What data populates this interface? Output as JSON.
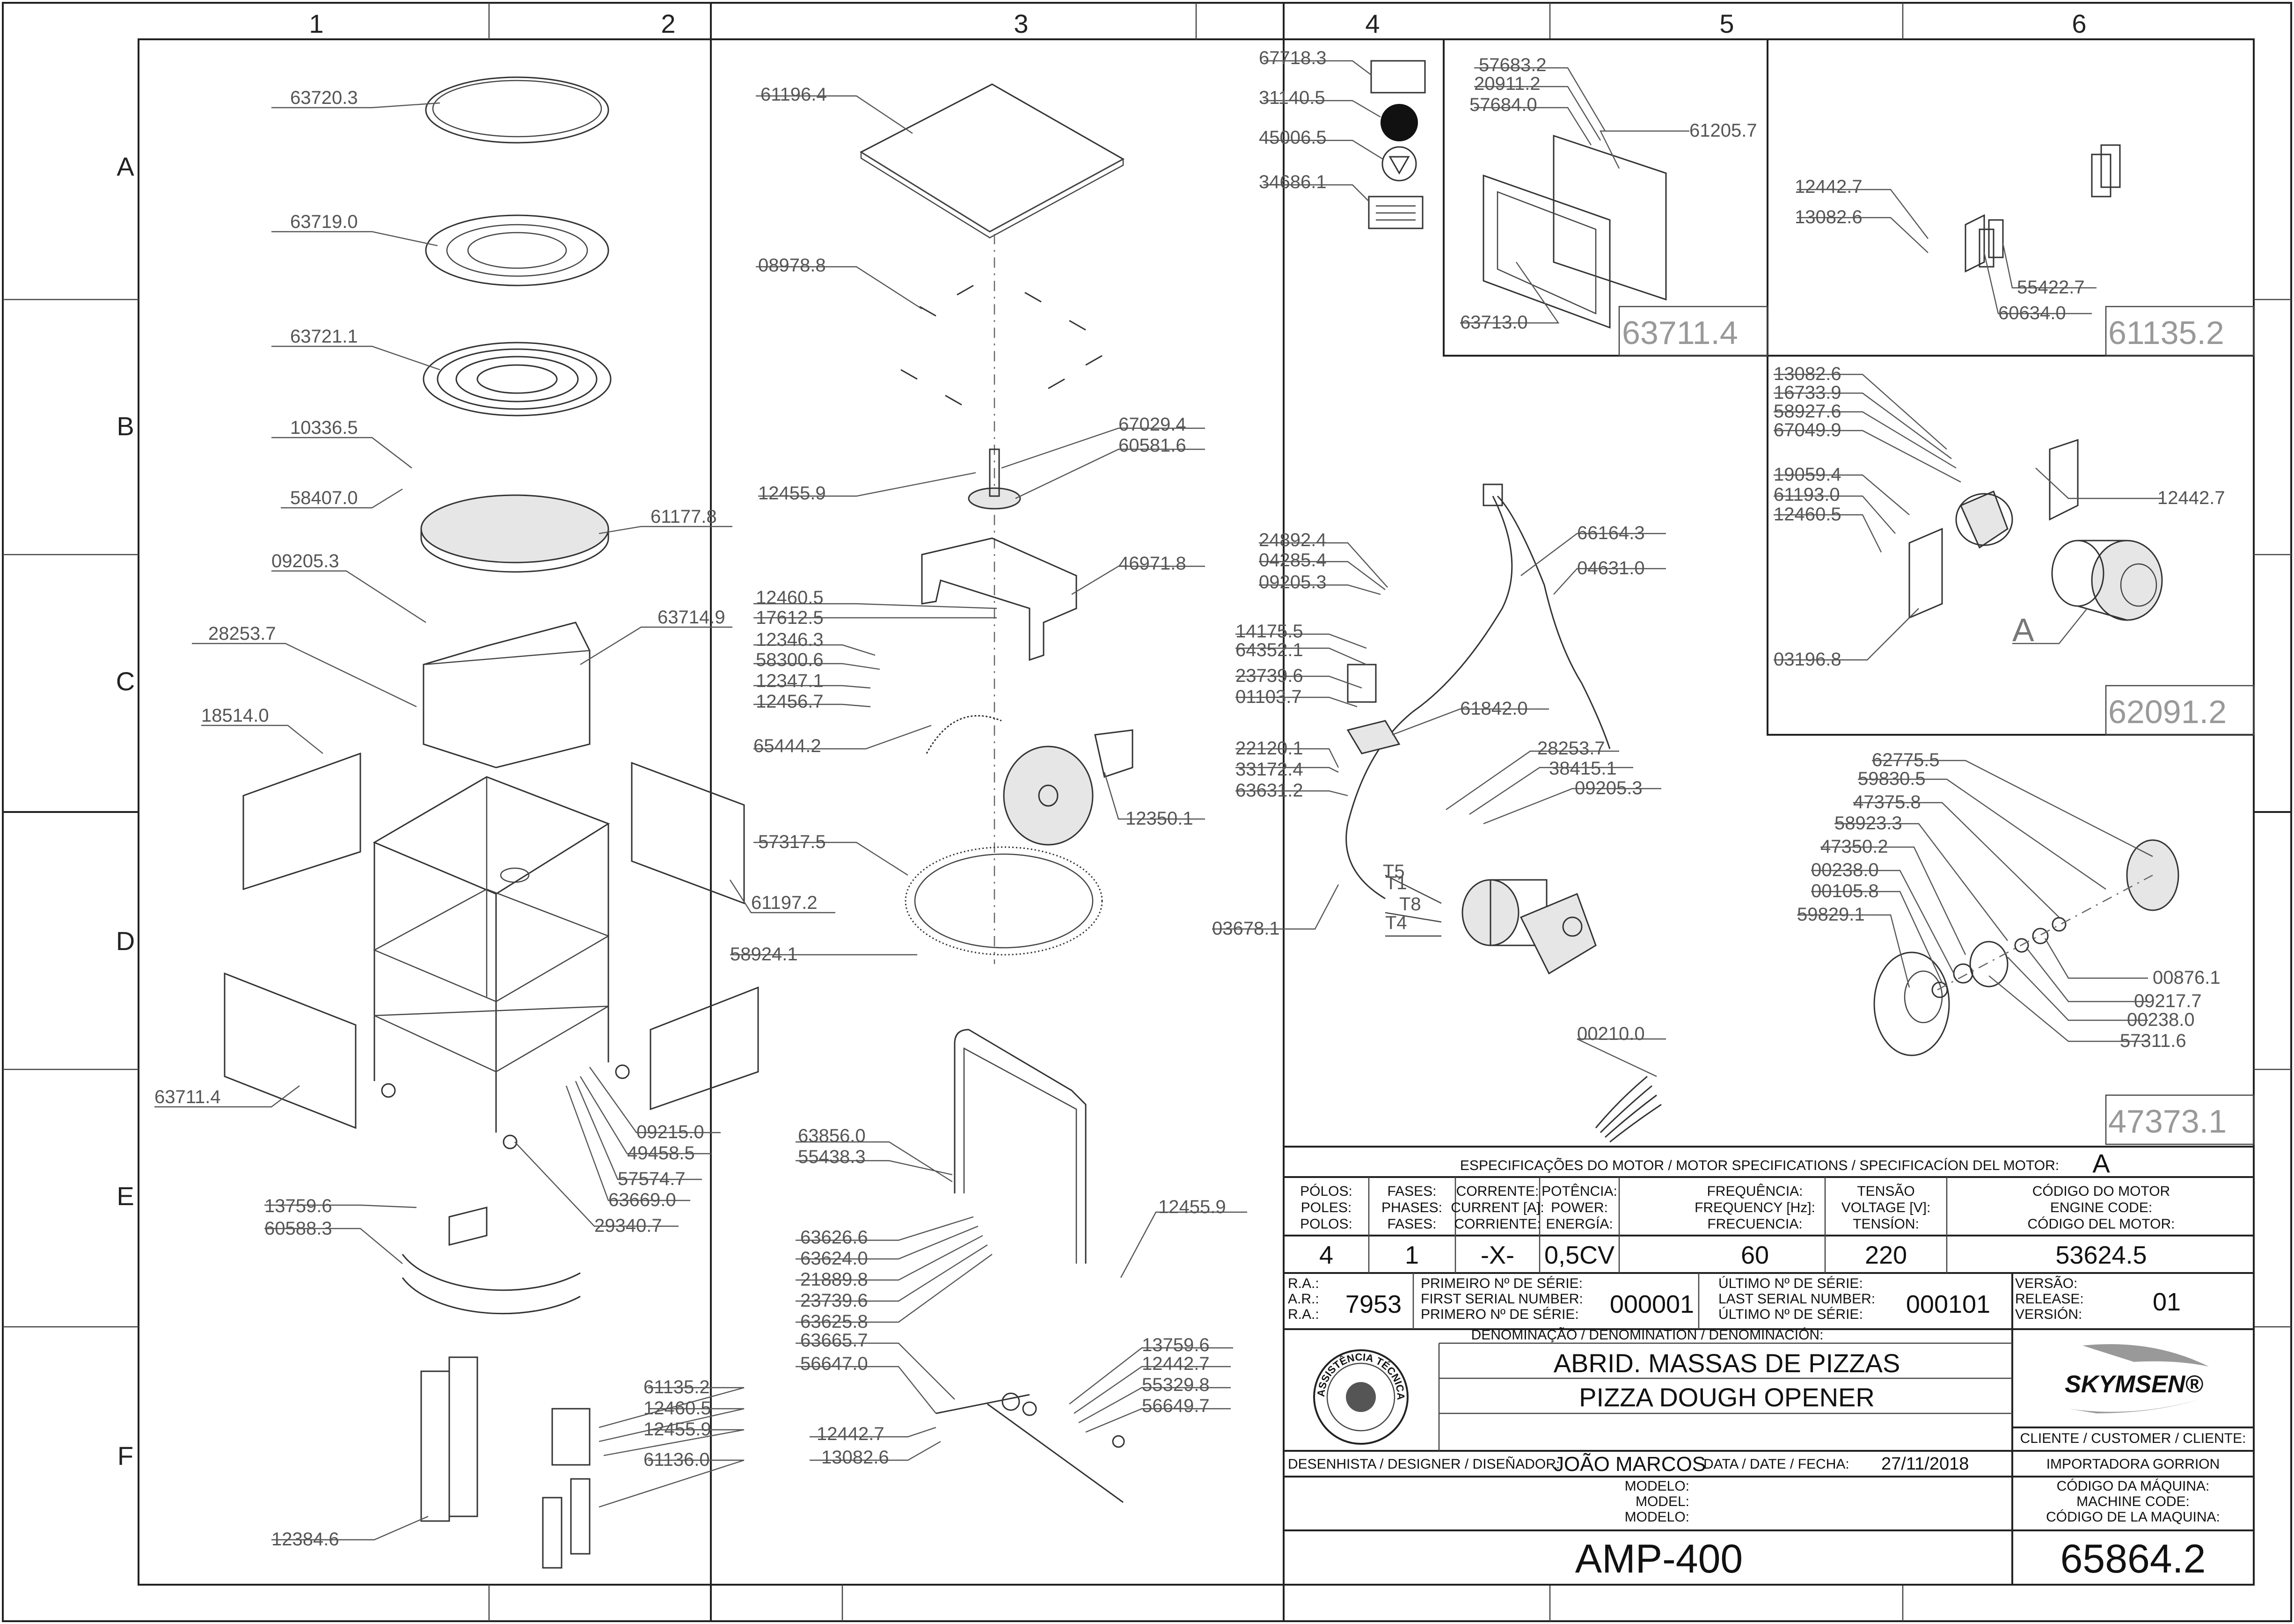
{
  "grid": {
    "columns": [
      "1",
      "2",
      "3",
      "4",
      "5",
      "6"
    ],
    "rows": [
      "A",
      "B",
      "C",
      "D",
      "E",
      "F"
    ]
  },
  "labels": {
    "l_63720_3": "63720.3",
    "l_63719_0": "63719.0",
    "l_63721_1": "63721.1",
    "l_10336_5": "10336.5",
    "l_58407_0": "58407.0",
    "l_61177_8": "61177.8",
    "l_09205_3a": "09205.3",
    "l_63714_9": "63714.9",
    "l_28253_7a": "28253.7",
    "l_18514_0": "18514.0",
    "l_61197_2": "61197.2",
    "l_63711_4a": "63711.4",
    "l_09215_0": "09215.0",
    "l_49458_5": "49458.5",
    "l_57574_7": "57574.7",
    "l_63669_0": "63669.0",
    "l_29340_7": "29340.7",
    "l_13759_6a": "13759.6",
    "l_60588_3": "60588.3",
    "l_61135_2a": "61135.2",
    "l_12460_5c": "12460.5",
    "l_12455_9c": "12455.9",
    "l_61136_0": "61136.0",
    "l_12384_6": "12384.6",
    "l_61196_4": "61196.4",
    "l_08978_8": "08978.8",
    "l_67029_4": "67029.4",
    "l_60581_6": "60581.6",
    "l_12455_9a": "12455.9",
    "l_46971_8": "46971.8",
    "l_12460_5a": "12460.5",
    "l_17612_5": "17612.5",
    "l_12346_3": "12346.3",
    "l_58300_6": "58300.6",
    "l_12347_1": "12347.1",
    "l_12456_7": "12456.7",
    "l_65444_2": "65444.2",
    "l_12350_1": "12350.1",
    "l_57317_5": "57317.5",
    "l_58924_1": "58924.1",
    "l_63856_0": "63856.0",
    "l_55438_3": "55438.3",
    "l_12455_9b": "12455.9",
    "l_63626_6": "63626.6",
    "l_63624_0": "63624.0",
    "l_21889_8": "21889.8",
    "l_23739_6b": "23739.6",
    "l_63625_8": "63625.8",
    "l_63665_7": "63665.7",
    "l_56647_0": "56647.0",
    "l_13759_6b": "13759.6",
    "l_12442_7c": "12442.7",
    "l_55329_8": "55329.8",
    "l_56649_7": "56649.7",
    "l_12442_7d": "12442.7",
    "l_13082_6c": "13082.6",
    "l_67718_3": "67718.3",
    "l_31140_5": "31140.5",
    "l_45006_5": "45006.5",
    "l_34686_1": "34686.1",
    "l_57683_2": "57683.2",
    "l_20911_2": "20911.2",
    "l_57684_0": "57684.0",
    "l_61205_7": "61205.7",
    "l_63713_0": "63713.0",
    "l_24892_4": "24892.4",
    "l_04285_4": "04285.4",
    "l_09205_3b": "09205.3",
    "l_66164_3": "66164.3",
    "l_04631_0": "04631.0",
    "l_14175_5": "14175.5",
    "l_64352_1": "64352.1",
    "l_23739_6a": "23739.6",
    "l_01103_7": "01103.7",
    "l_61842_0": "61842.0",
    "l_22120_1": "22120.1",
    "l_33172_4": "33172.4",
    "l_63631_2": "63631.2",
    "l_28253_7b": "28253.7",
    "l_38415_1": "38415.1",
    "l_09205_3c": "09205.3",
    "l_03678_1": "03678.1",
    "l_00210_0": "00210.0",
    "l_12442_7a": "12442.7",
    "l_13082_6a": "13082.6",
    "l_55422_7": "55422.7",
    "l_60634_0": "60634.0",
    "l_13082_6b": "13082.6",
    "l_16733_9": "16733.9",
    "l_58927_6": "58927.6",
    "l_67049_9": "67049.9",
    "l_19059_4": "19059.4",
    "l_61193_0": "61193.0",
    "l_12460_5b": "12460.5",
    "l_03196_8": "03196.8",
    "l_12442_7b": "12442.7",
    "l_A_motor": "A",
    "l_62775_5": "62775.5",
    "l_59830_5": "59830.5",
    "l_47375_8": "47375.8",
    "l_58923_3": "58923.3",
    "l_47350_2": "47350.2",
    "l_00238_0a": "00238.0",
    "l_00105_8": "00105.8",
    "l_59829_1": "59829.1",
    "l_00876_1": "00876.1",
    "l_09217_7": "09217.7",
    "l_00238_0b": "00238.0",
    "l_57311_6": "57311.6",
    "l_T5": "T5",
    "l_T1": "T1",
    "l_T8": "T8",
    "l_T4": "T4"
  },
  "boxes": {
    "b_63711_4": "63711.4",
    "b_61135_2": "61135.2",
    "b_62091_2": "62091.2",
    "b_47373_1": "47373.1"
  },
  "titleblock": {
    "spec_header": "ESPECIFICAÇÕES DO MOTOR / MOTOR SPECIFICATIONS / SPECIFICACÍON DEL MOTOR:",
    "motor_ref": "A",
    "polos_labels": [
      "PÓLOS:",
      "POLES:",
      "POLOS:"
    ],
    "fases_labels": [
      "FASES:",
      "PHASES:",
      "FASES:"
    ],
    "corrente_labels": [
      "CORRENTE:",
      "CURRENT [A]:",
      "CORRIENTE:"
    ],
    "potencia_labels": [
      "POTÊNCIA:",
      "POWER:",
      "ENERGÍA:"
    ],
    "frequencia_labels": [
      "FREQUÊNCIA:",
      "FREQUENCY [Hz]:",
      "FRECUENCIA:"
    ],
    "tensao_labels": [
      "TENSÃO",
      "VOLTAGE [V]:",
      "TENSÍON:"
    ],
    "codigo_motor_labels": [
      "CÓDIGO DO MOTOR",
      "ENGINE CODE:",
      "CÓDIGO DEL MOTOR:"
    ],
    "polos": "4",
    "fases": "1",
    "corrente": "-X-",
    "potencia": "0,5CV",
    "frequencia": "60",
    "tensao": "220",
    "codigo_motor": "53624.5",
    "ra_labels": [
      "R.A.:",
      "A.R.:",
      "R.A.:"
    ],
    "ra": "7953",
    "primeiro_labels": [
      "PRIMEIRO Nº DE SÉRIE:",
      "FIRST SERIAL NUMBER:",
      "PRIMERO Nº DE SÉRIE:"
    ],
    "primeiro": "000001",
    "ultimo_labels": [
      "ÚLTIMO Nº DE SÉRIE:",
      "LAST SERIAL NUMBER:",
      "ÚLTIMO Nº DE SÉRIE:"
    ],
    "ultimo": "000101",
    "versao_labels": [
      "VERSÃO:",
      "RELEASE:",
      "VERSIÓN:"
    ],
    "versao": "01",
    "denominacao_label": "DENOMINAÇÃO / DENOMINATION / DENOMINACIÓN:",
    "denominacao_pt": "ABRID. MASSAS DE PIZZAS",
    "denominacao_en": "PIZZA DOUGH OPENER",
    "stamp_text": "ASSISTÊNCIA TÉCNICA AUTORIZADA",
    "brand": "SKYMSEN®",
    "cliente_label": "CLIENTE / CUSTOMER / CLIENTE:",
    "cliente": "IMPORTADORA GORRION",
    "desenhista_label": "DESENHISTA / DESIGNER / DISEÑADOR:",
    "desenhista": "JOÃO MARCOS",
    "data_label": "DATA / DATE / FECHA:",
    "data": "27/11/2018",
    "modelo_labels": [
      "MODELO:",
      "MODEL:",
      "MODELO:"
    ],
    "modelo": "AMP-400",
    "codigo_maquina_labels": [
      "CÓDIGO DA MÁQUINA:",
      "MACHINE CODE:",
      "CÓDIGO DE LA MAQUINA:"
    ],
    "codigo_maquina": "65864.2"
  }
}
